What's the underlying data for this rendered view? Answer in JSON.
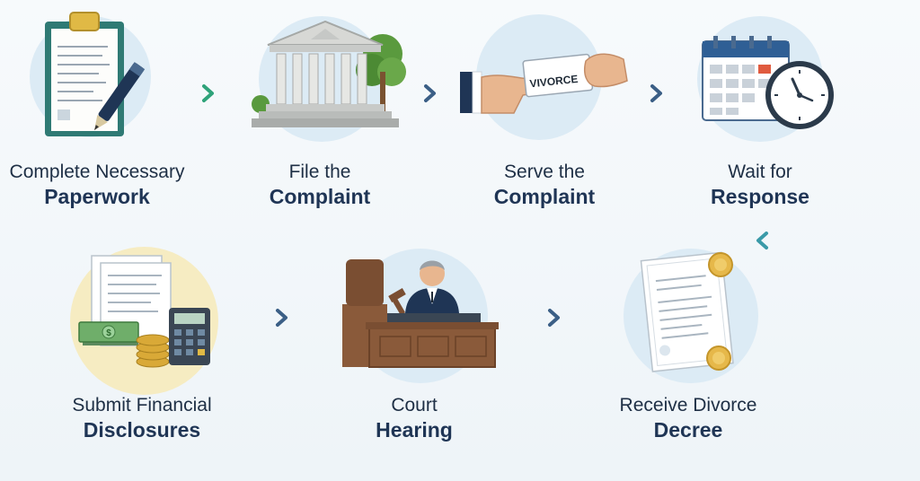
{
  "steps": [
    {
      "line1": "Complete Necessary",
      "line2": "Paperwork",
      "icon": "clipboard-pen-icon"
    },
    {
      "line1": "File the",
      "line2": "Complaint",
      "icon": "courthouse-icon"
    },
    {
      "line1": "Serve the",
      "line2": "Complaint",
      "icon": "handing-papers-icon",
      "card_text": "VIVORCE"
    },
    {
      "line1": "Wait for",
      "line2": "Response",
      "icon": "calendar-clock-icon"
    },
    {
      "line1": "Submit Financial",
      "line2": "Disclosures",
      "icon": "money-calculator-icon"
    },
    {
      "line1": "Court",
      "line2": "Hearing",
      "icon": "judge-bench-icon"
    },
    {
      "line1": "Receive Divorce",
      "line2": "Decree",
      "icon": "certificate-icon"
    }
  ],
  "colors": {
    "title_dark": "#1f3555",
    "arrow_green": "#2fa37a",
    "arrow_blue": "#3b5f86",
    "arrow_teal": "#3a9aa8",
    "circle_blue": "#dcebf5",
    "circle_yellow": "#f6ecc2"
  }
}
